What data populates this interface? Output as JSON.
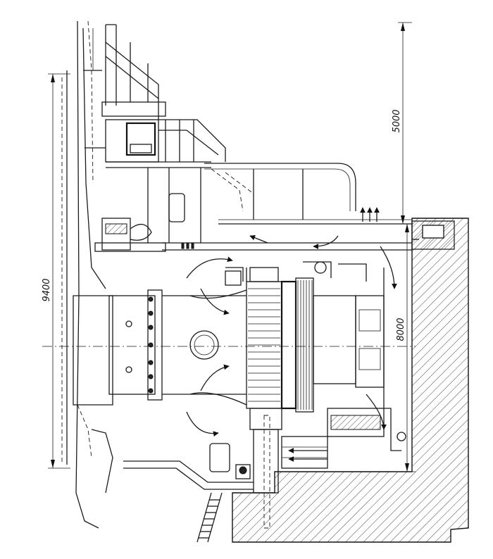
{
  "dimensions": {
    "height_total": "9400",
    "upper_clearance": "5000",
    "pit_depth": "8000"
  }
}
